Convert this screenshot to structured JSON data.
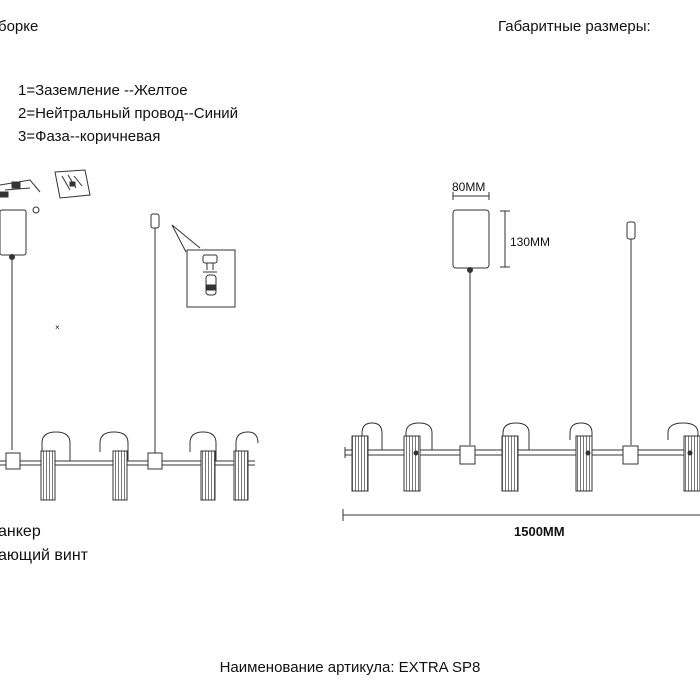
{
  "headings": {
    "assembly": "борке",
    "dimensions": "Габаритные размеры:"
  },
  "wiring": [
    "1=Заземление --Желтое",
    "2=Нейтральный провод--Синий",
    "3=Фаза--коричневая"
  ],
  "notes": {
    "anchor": "анкер",
    "screw": "ающий винт"
  },
  "dimensions": {
    "canopy_width": "80MM",
    "canopy_height": "130MM",
    "length": "1500MM"
  },
  "article": "Наименование артикула: EXTRA SP8"
}
